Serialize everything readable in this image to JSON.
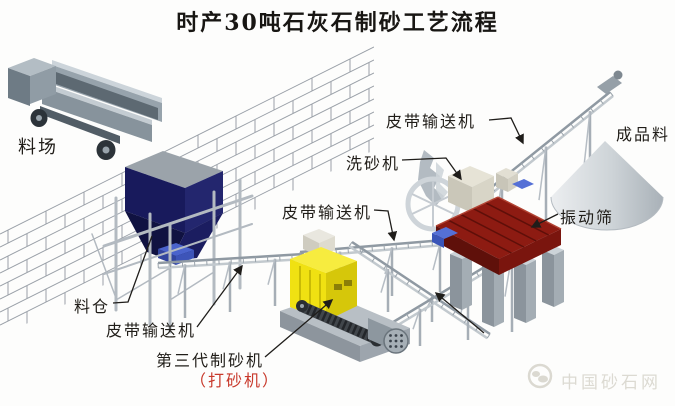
{
  "title": "时产30吨石灰石制砂工艺流程",
  "labels": {
    "stockyard": "料场",
    "hopper": "料仓",
    "belt_conveyor_top": "皮带输送机",
    "belt_conveyor_mid": "皮带输送机",
    "belt_conveyor_left": "皮带输送机",
    "belt_conveyor_right": "皮带输送机",
    "sand_washer": "洗砂机",
    "vibrating_screen": "振动筛",
    "finished_product": "成品料",
    "sand_maker": "第三代制砂机",
    "sand_maker_alias": "（打砂机）"
  },
  "watermark": {
    "logo": "china-aggregates-logo",
    "text": "中国砂石网"
  },
  "colors": {
    "label_text": "#201d18",
    "alias_red": "#c8392b",
    "hopper_navy": "#181a5c",
    "crusher_yellow": "#f0e112",
    "screen_red": "#8d1b12",
    "machine_gray": "#9aa4ac",
    "watermark_gray": "#dcdad2"
  }
}
